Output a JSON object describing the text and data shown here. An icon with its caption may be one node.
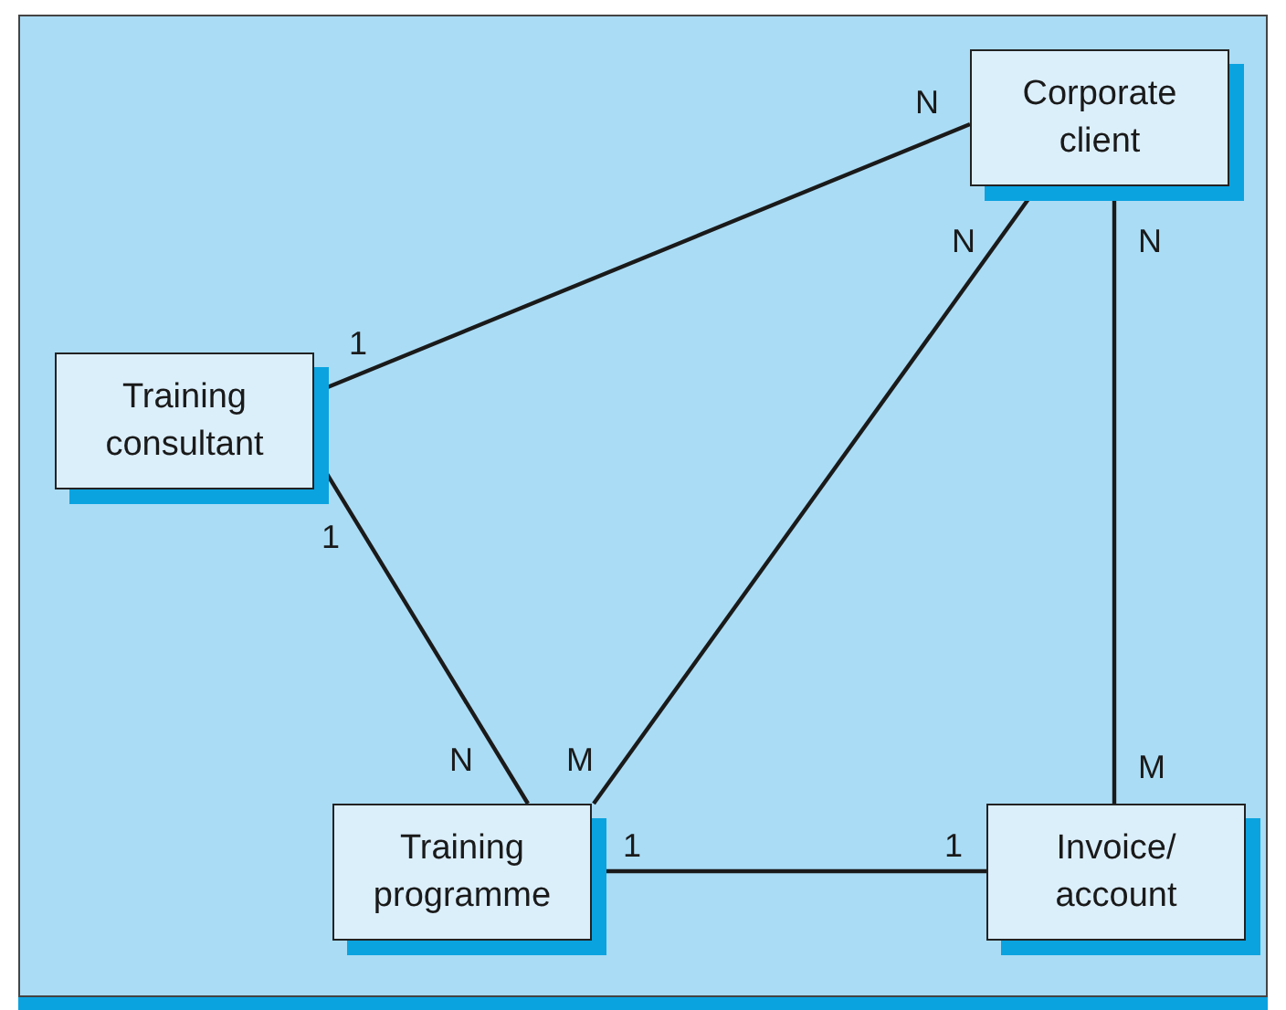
{
  "diagram": {
    "nodes": [
      {
        "text": [
          "Corporate client"
        ]
      },
      {
        "text": [
          "Training consultant"
        ]
      },
      {
        "text": [
          "Training programme"
        ]
      },
      {
        "text": [
          "Invoice/ account"
        ]
      }
    ],
    "edges": [
      {
        "from": 1,
        "to": 0,
        "arrow": "none"
      },
      {
        "from": 2,
        "to": 0,
        "arrow": "none"
      },
      {
        "from": 0,
        "to": 3,
        "arrow": "none"
      },
      {
        "from": 1,
        "to": 2,
        "arrow": "none"
      },
      {
        "from": 2,
        "to": 3,
        "arrow": "none"
      }
    ],
    "labels": [
      "N",
      "N",
      "N",
      "1",
      "1",
      "N",
      "M",
      "M",
      "1",
      "1"
    ]
  }
}
